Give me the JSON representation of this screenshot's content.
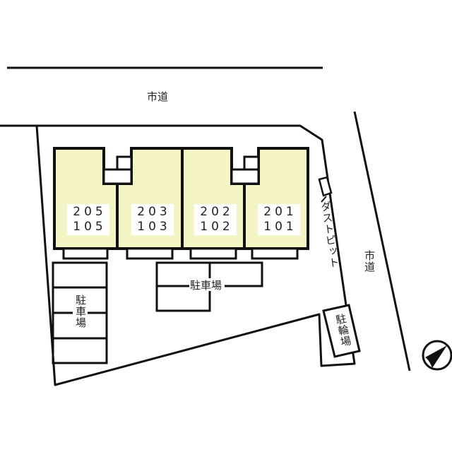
{
  "colors": {
    "building_fill": "#f4f4c4",
    "line": "#111111",
    "background": "#ffffff"
  },
  "roads": {
    "north_label": "市道",
    "east_label": "市道"
  },
  "units": [
    {
      "upper": "205",
      "lower": "105"
    },
    {
      "upper": "203",
      "lower": "103"
    },
    {
      "upper": "202",
      "lower": "102"
    },
    {
      "upper": "201",
      "lower": "101"
    }
  ],
  "facilities": {
    "dust_pit": "ダストピット",
    "parking_west": "駐車場",
    "parking_center": "駐車場",
    "bicycle_parking": "駐輪場"
  },
  "compass": {
    "icon": "north-arrow-icon"
  }
}
